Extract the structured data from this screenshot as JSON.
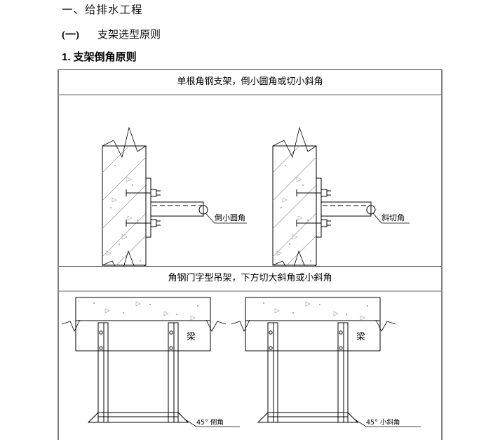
{
  "document": {
    "heading_1": "一、给排水工程",
    "heading_2_num": "(一)",
    "heading_2_text": "支架选型原则",
    "heading_3": "1. 支架倒角原则"
  },
  "table": {
    "row1": {
      "caption": "单根角钢支架，倒小圆角或切小斜角",
      "left_figure": {
        "callout": "倒小圆角"
      },
      "right_figure": {
        "callout": "斜切角"
      }
    },
    "row2": {
      "caption": "角钢门字型吊架，下方切大斜角或小斜角",
      "left_figure": {
        "beam_label": "梁",
        "callout": "45°  倒角"
      },
      "right_figure": {
        "beam_label": "梁",
        "callout": "45°  小斜角"
      }
    }
  },
  "colors": {
    "table_border": "#808080",
    "rule": "#3a3a3a",
    "caption_rule": "#b3b3b3",
    "line": "#000000",
    "hatch": "#4a4a4a",
    "hatch_light": "#9a9a9a"
  }
}
